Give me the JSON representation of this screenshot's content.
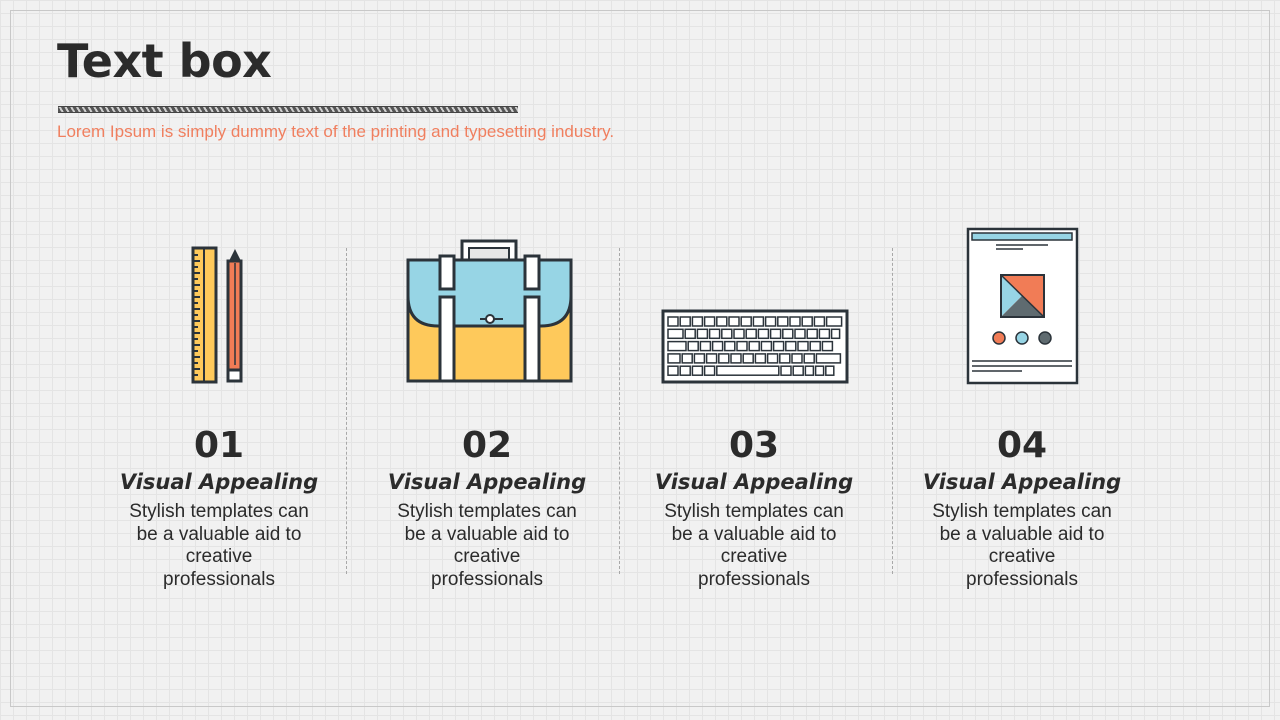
{
  "title": "Text box",
  "subtitle": "Lorem Ipsum is simply dummy text of the printing and typesetting industry.",
  "colors": {
    "yellow": "#fec95b",
    "blue": "#97d5e5",
    "orange": "#f17c56",
    "dark": "#2b333a",
    "grey": "#5f6b70"
  },
  "items": [
    {
      "number": "01",
      "heading": "Visual Appealing",
      "desc": "Stylish templates can be a valuable aid to creative professionals",
      "icon": "ruler-pencil-icon"
    },
    {
      "number": "02",
      "heading": "Visual Appealing",
      "desc": "Stylish templates can be a valuable aid to creative professionals",
      "icon": "briefcase-icon"
    },
    {
      "number": "03",
      "heading": "Visual Appealing",
      "desc": "Stylish templates can be a valuable aid to creative professionals",
      "icon": "keyboard-icon"
    },
    {
      "number": "04",
      "heading": "Visual Appealing",
      "desc": "Stylish templates can be a valuable aid to creative professionals",
      "icon": "document-icon"
    }
  ]
}
